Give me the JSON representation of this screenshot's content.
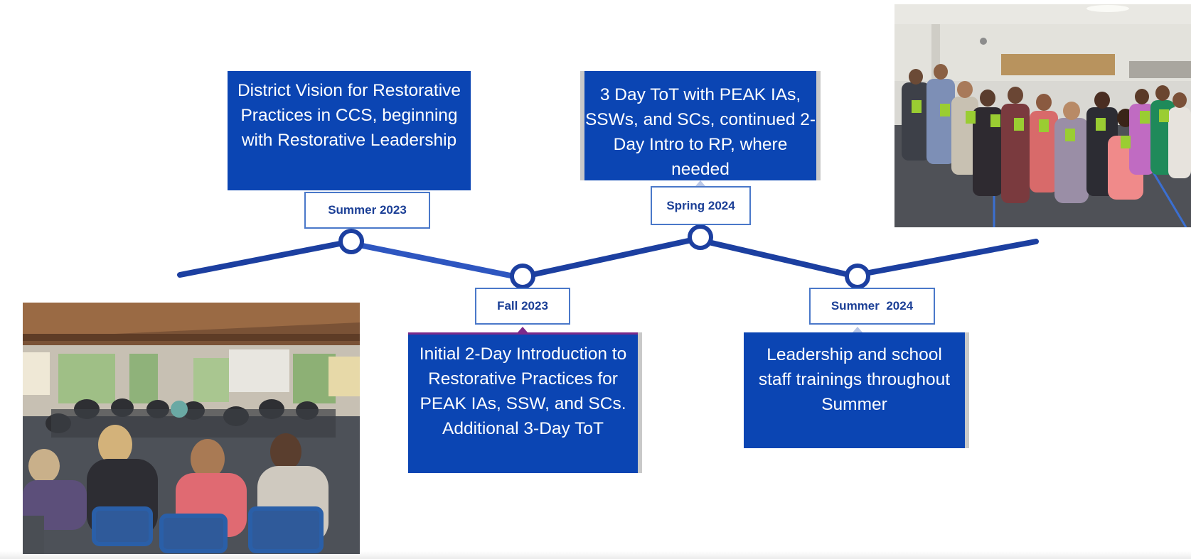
{
  "events": [
    {
      "date": "Summer 2023",
      "text": "District Vision for Restorative Practices in CCS, beginning with Restorative Leadership"
    },
    {
      "date": "Fall 2023",
      "text": "Initial 2-Day Introduction to Restorative Practices for PEAK IAs, SSW, and SCs. Additional 3-Day ToT"
    },
    {
      "date": "Spring 2024",
      "text": "3 Day ToT with PEAK IAs, SSWs, and SCs, continued 2-Day Intro to RP, where needed"
    },
    {
      "date": "Summer  2024",
      "text": "Leadership and school staff trainings throughout Summer"
    }
  ],
  "colors": {
    "box_fill": "#0b45b3",
    "line": "#1c3fa0",
    "label_text": "#1b3f96",
    "label_border": "#4a78c9"
  }
}
